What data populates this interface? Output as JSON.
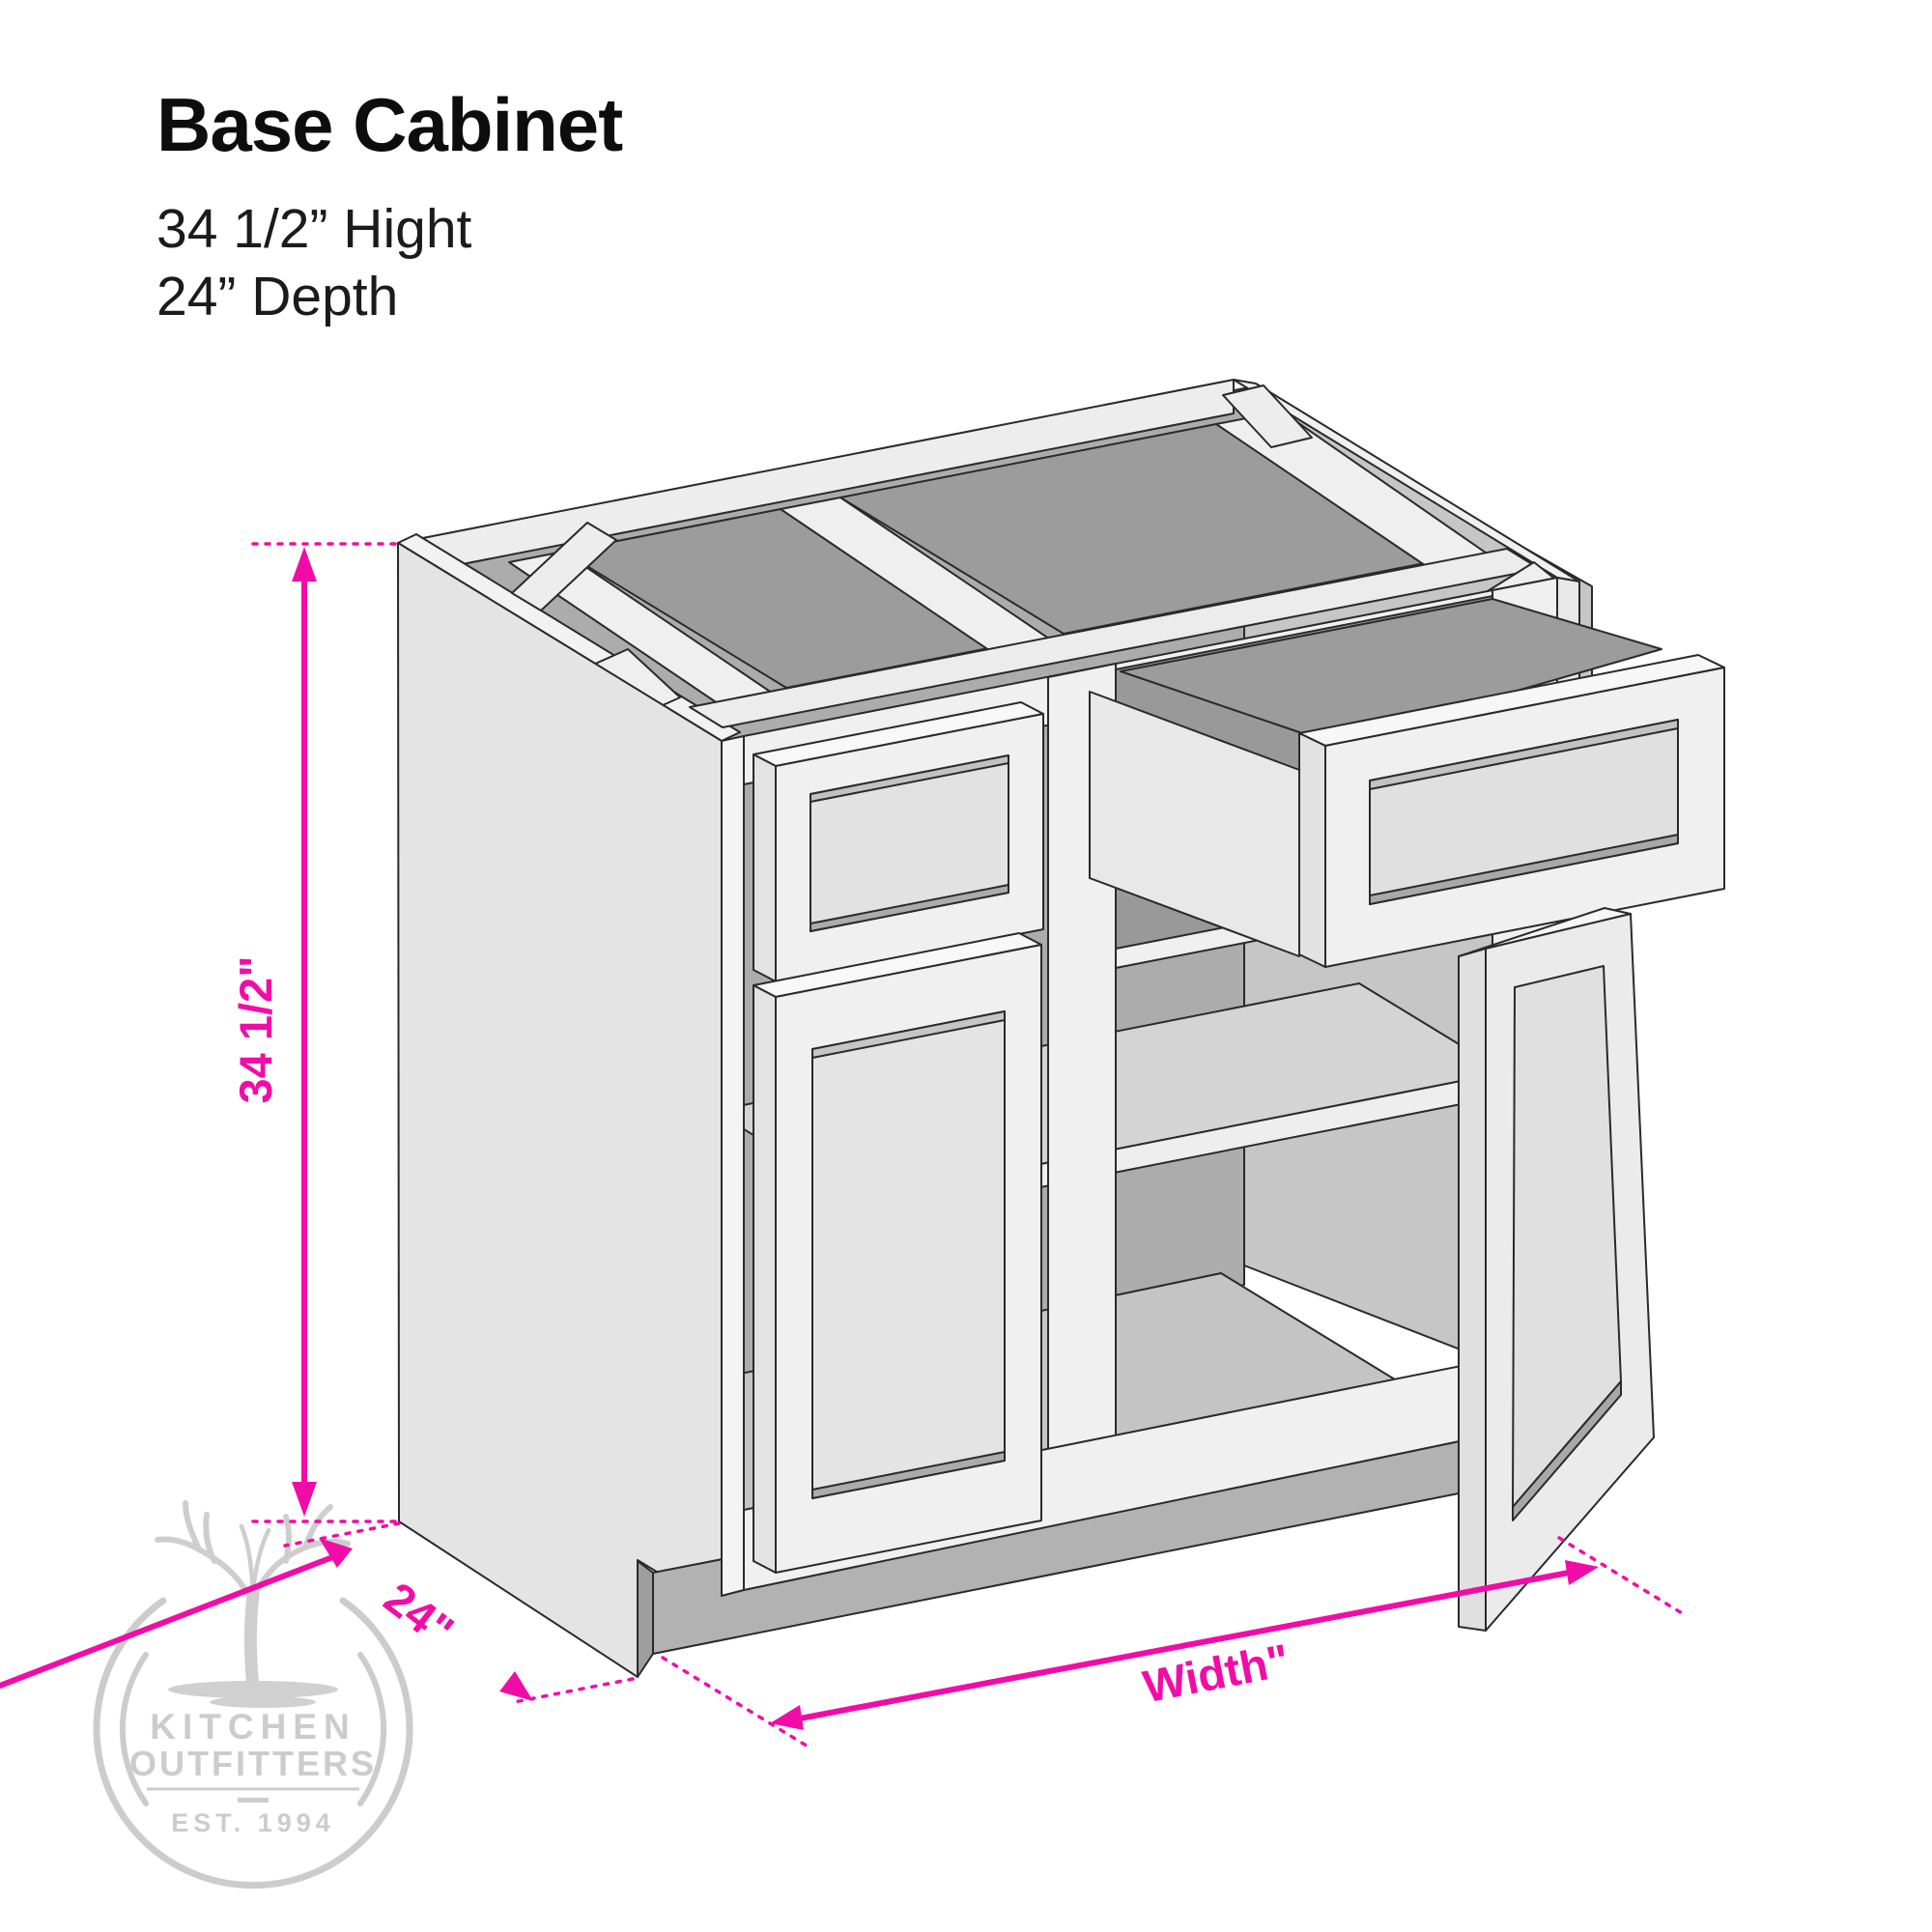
{
  "header": {
    "title": "Base Cabinet",
    "spec_line1": "34 1/2” Hight",
    "spec_line2": "24” Depth"
  },
  "diagram": {
    "type": "isometric base-cabinet dimension drawing",
    "cabinet_features": [
      "open top with stretchers and corner braces",
      "left drawer front closed",
      "right drawer pulled open",
      "left shaker door closed",
      "right shaker door swung open",
      "half-depth shelf",
      "toe kick"
    ],
    "dimensions": {
      "height_label": "34 1/2\"",
      "depth_label": "24\"",
      "width_label": "Width\""
    },
    "colors": {
      "accent": "#f20ca7",
      "line": "#2a2a2a",
      "cabinet_face": "#f0f0f0",
      "cabinet_side": "#e4e4e4",
      "cabinet_interior": "#ababab",
      "cabinet_shadow": "#9b9b9b",
      "toe_kick": "#b2b2b2"
    }
  },
  "watermark": {
    "line1": "KITCHEN",
    "line2": "OUTFITTERS",
    "est": "EST. 1994",
    "color": "#c7c7c7"
  }
}
